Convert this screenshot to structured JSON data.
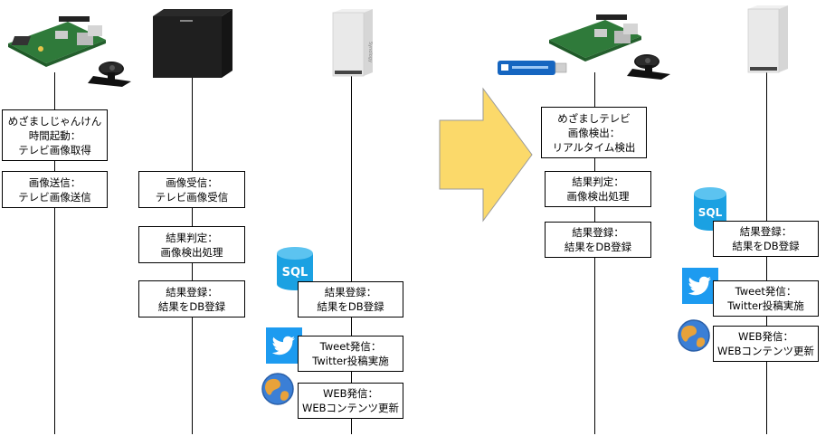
{
  "left": {
    "col1": {
      "box1": [
        "めざましじゃんけん",
        "時間起動：",
        "テレビ画像取得"
      ],
      "box2": [
        "画像送信：",
        "テレビ画像送信"
      ]
    },
    "col2": {
      "box1": [
        "画像受信：",
        "テレビ画像受信"
      ],
      "box2": [
        "結果判定：",
        "画像検出処理"
      ],
      "box3": [
        "結果登録：",
        "結果をDB登録"
      ]
    },
    "col3": {
      "box1": [
        "結果登録：",
        "結果をDB登録"
      ],
      "box2": [
        "Tweet発信：",
        "Twitter投稿実施"
      ],
      "box3": [
        "WEB発信：",
        "WEBコンテンツ更新"
      ]
    }
  },
  "right": {
    "col1": {
      "box1": [
        "めざましテレビ",
        "画像検出：",
        "リアルタイム検出"
      ],
      "box2": [
        "結果判定：",
        "画像検出処理"
      ],
      "box3": [
        "結果登録：",
        "結果をDB登録"
      ]
    },
    "col2": {
      "box1": [
        "結果登録：",
        "結果をDB登録"
      ],
      "box2": [
        "Tweet発信：",
        "Twitter投稿実施"
      ],
      "box3": [
        "WEB発信：",
        "WEBコンテンツ更新"
      ]
    }
  },
  "icons": {
    "sql_label": "SQL"
  },
  "colors": {
    "arrow_fill": "#fbd96a",
    "sql_blue": "#1ba1e2",
    "twitter_blue": "#1d9bf0"
  }
}
